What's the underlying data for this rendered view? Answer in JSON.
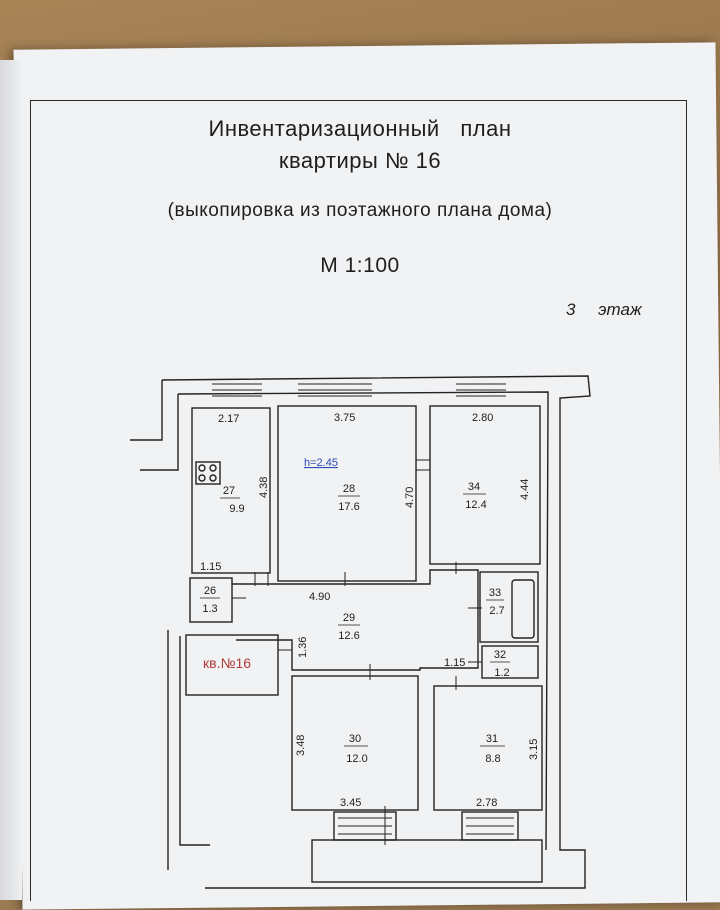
{
  "document": {
    "title_line1": "Инвентаризационный план",
    "title_line2": "квартиры № 16",
    "subtitle": "(выкопировка из поэтажного плана дома)",
    "scale": "М 1:100",
    "floor": "3 этаж"
  },
  "plan": {
    "apartment_label": "кв.№16",
    "ceiling_height": "h=2.45",
    "rooms": [
      {
        "number": "27",
        "area": "9.9"
      },
      {
        "number": "28",
        "area": "17.6"
      },
      {
        "number": "34",
        "area": "12.4"
      },
      {
        "number": "26",
        "area": "1.3"
      },
      {
        "number": "29",
        "area": "12.6"
      },
      {
        "number": "33",
        "area": "2.7"
      },
      {
        "number": "32",
        "area": "1.2"
      },
      {
        "number": "30",
        "area": "12.0"
      },
      {
        "number": "31",
        "area": "8.8"
      }
    ],
    "dimensions": {
      "r27_top": "2.17",
      "r27_side": "4.38",
      "r27_bottom": "1.15",
      "r28_top": "3.75",
      "r28_side": "4.70",
      "r34_top": "2.80",
      "r34_side": "4.44",
      "r29_top": "4.90",
      "r29_side": "1.36",
      "r32_side": "1.15",
      "r30_side": "3.48",
      "r30_bottom": "3.45",
      "r31_side": "3.15",
      "r31_bottom": "2.78"
    }
  }
}
